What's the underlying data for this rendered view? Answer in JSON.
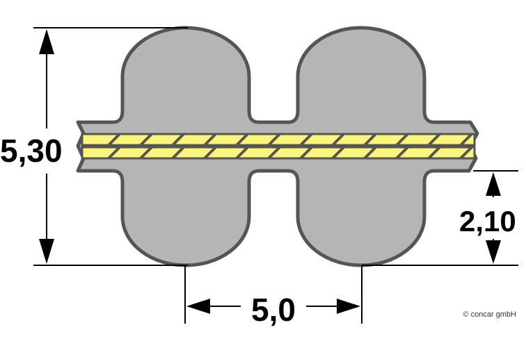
{
  "dimensions": {
    "total_height": "5,30",
    "tooth_height": "2,10",
    "pitch": "5,0"
  },
  "copyright": "© concar gmbH",
  "colors": {
    "belt_body": "#b5b5b5",
    "belt_outline": "#555555",
    "cord_fill": "#fbf57a",
    "cord_outline": "#555555",
    "dimension_line": "#000000"
  }
}
